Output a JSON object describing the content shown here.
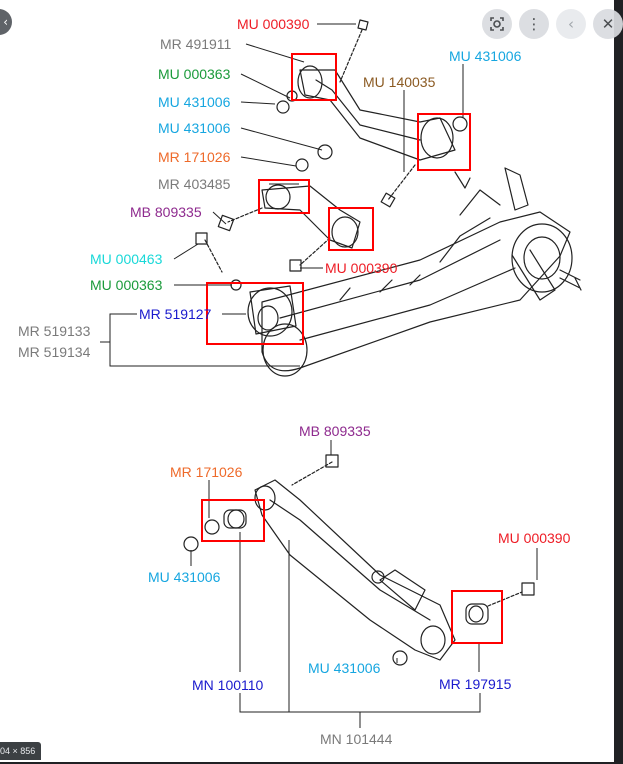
{
  "viewer": {
    "dimensions_badge": "04 × 856",
    "controls": {
      "lens": "lens-icon",
      "more": "more-vertical-icon",
      "prev": "chevron-left-icon",
      "close": "close-icon"
    }
  },
  "colors": {
    "red": "#ee1c25",
    "gray": "#7a7a7a",
    "green": "#1a9a3a",
    "cyan": "#16a6e0",
    "brown": "#8b5a22",
    "orange": "#ee6a2a",
    "purple": "#8e2a8e",
    "aqua": "#19d8d8",
    "blue": "#1a1acd",
    "highlight_box": "#ff0000"
  },
  "upper_assembly": {
    "labels": {
      "mu_000390_top": "MU 000390",
      "mr_491911": "MR 491911",
      "mu_000363_top": "MU 000363",
      "mu_431006_a": "MU 431006",
      "mu_431006_b": "MU 431006",
      "mu_431006_c": "MU 431006",
      "mu_140035": "MU 140035",
      "mr_171026_top": "MR 171026",
      "mr_403485": "MR 403485",
      "mb_809335_top": "MB 809335",
      "mu_000463": "MU 000463",
      "mu_000363_bottom": "MU 000363",
      "mu_000390_mid": "MU 000390",
      "mr_519127": "MR 519127",
      "mr_519133": "MR 519133",
      "mr_519134": "MR 519134"
    }
  },
  "lower_assembly": {
    "labels": {
      "mb_809335_bottom": "MB 809335",
      "mr_171026_bottom": "MR 171026",
      "mu_000390_bottom": "MU 000390",
      "mu_431006_left": "MU 431006",
      "mu_431006_mid": "MU 431006",
      "mn_100110": "MN 100110",
      "mr_197915": "MR 197915",
      "mn_101444": "MN 101444"
    }
  }
}
